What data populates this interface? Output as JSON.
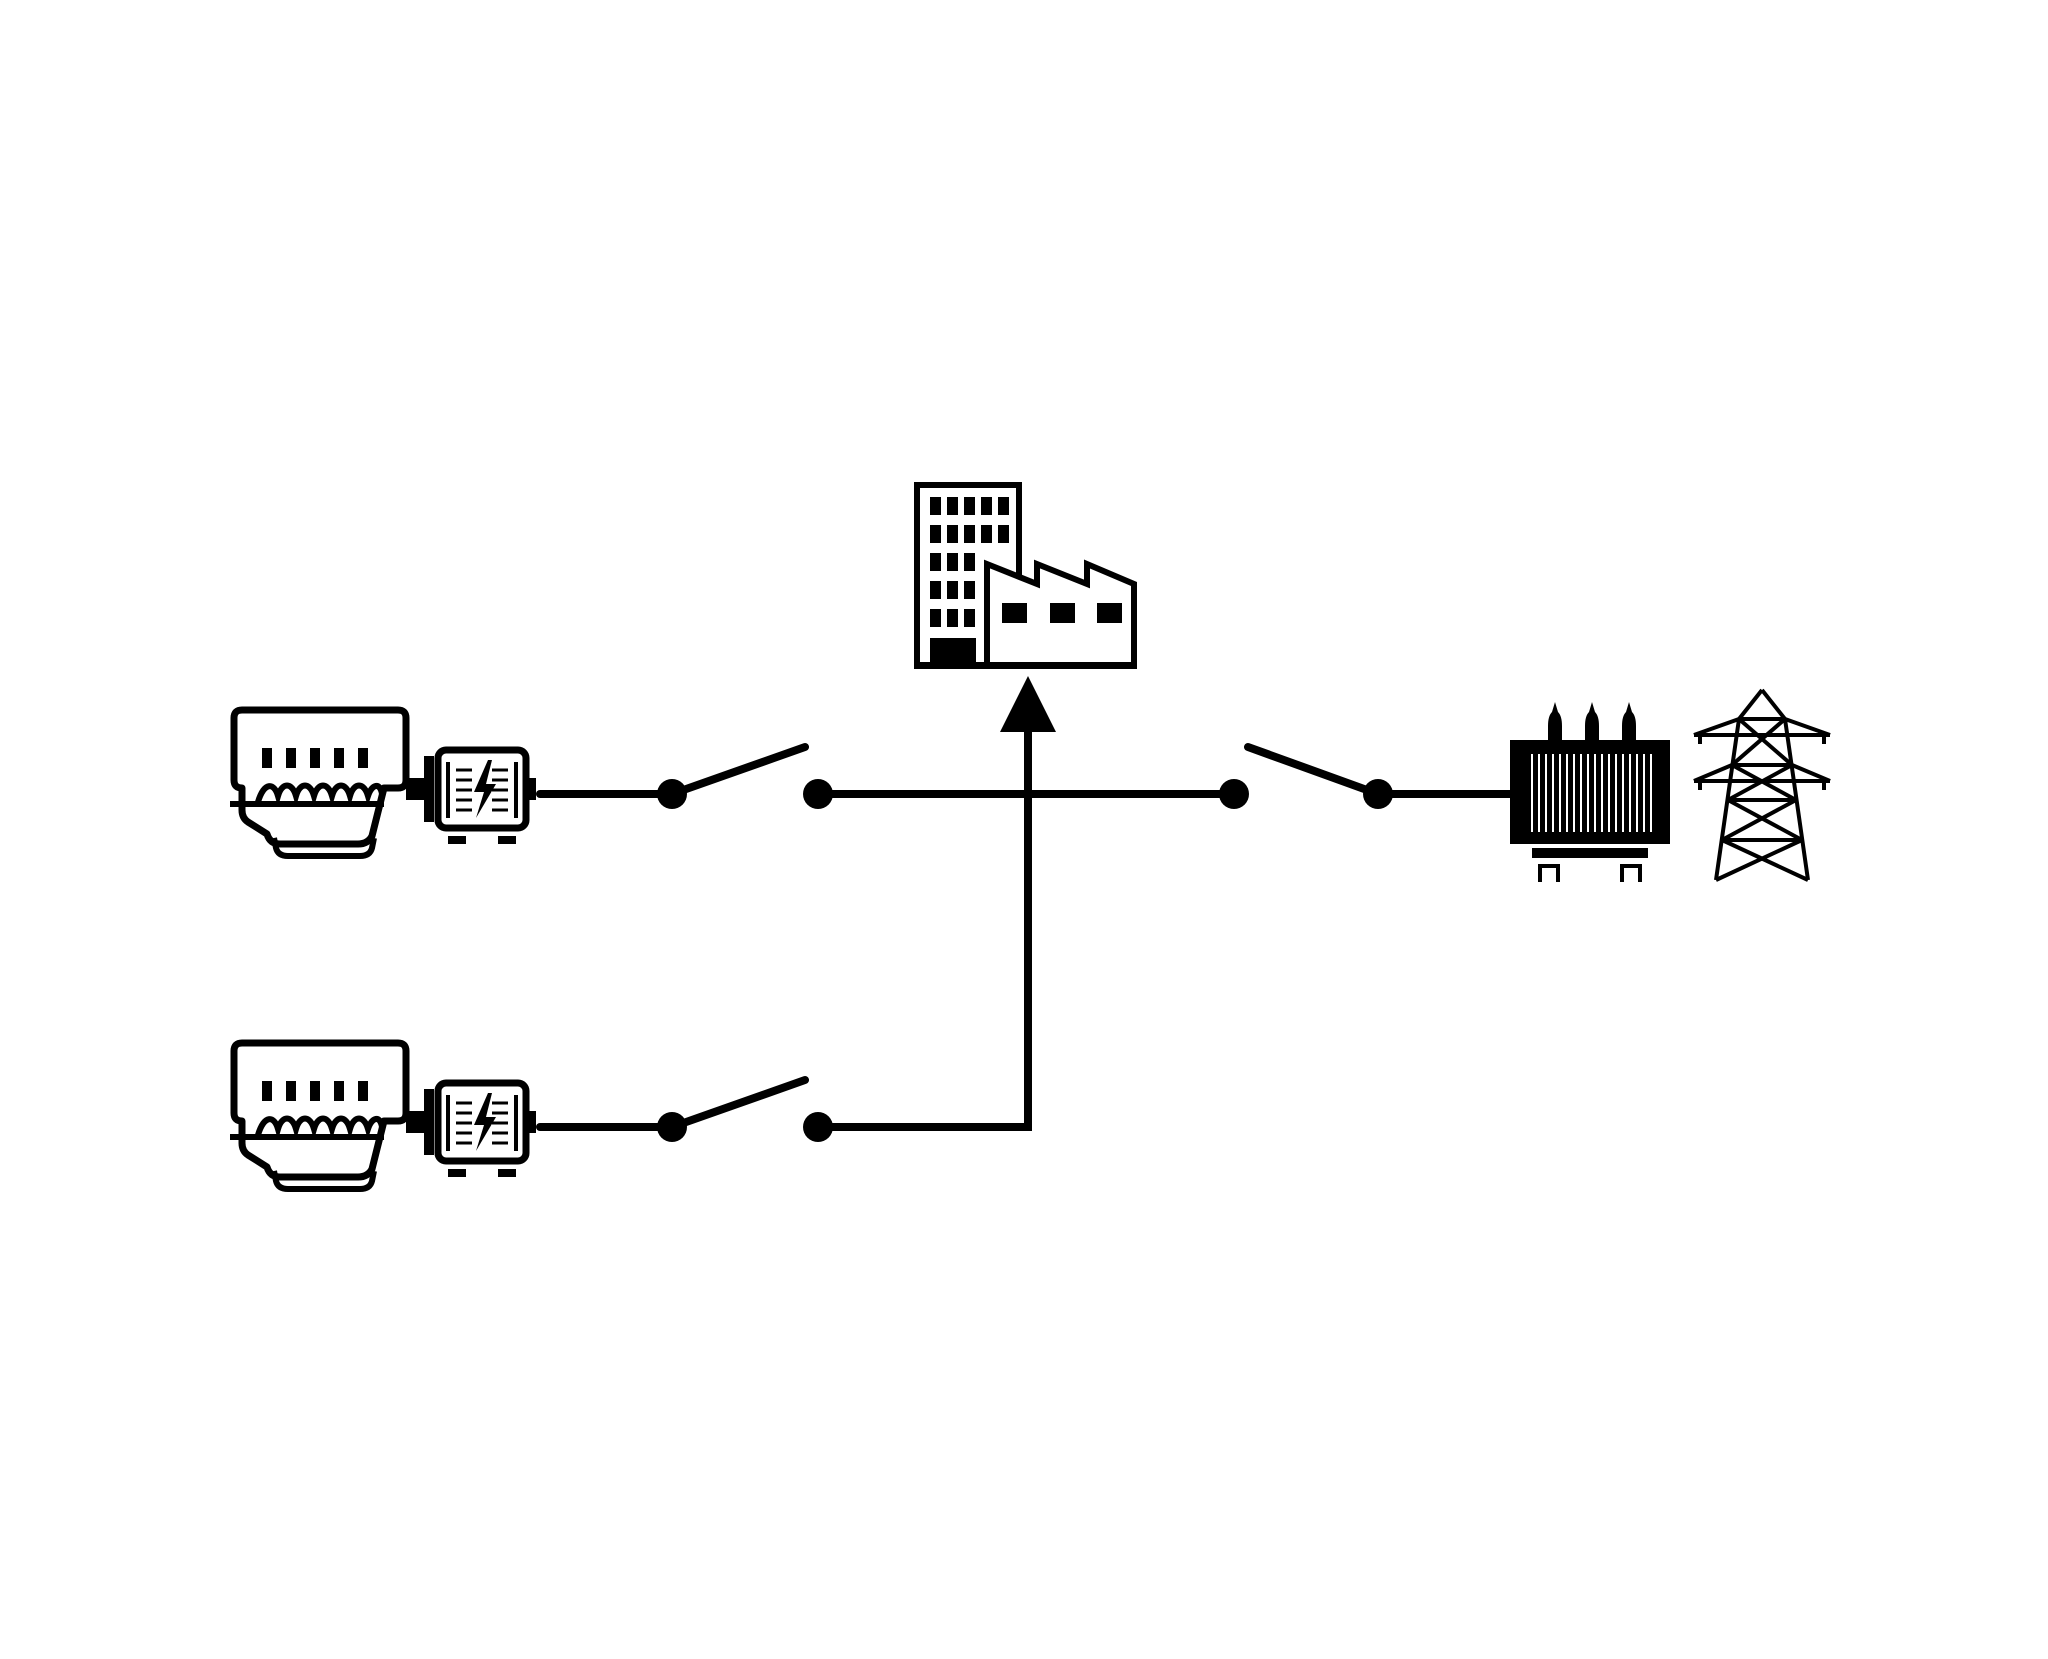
{
  "diagram": {
    "colors": {
      "background": "#ffffff",
      "ink": "#000000"
    },
    "components": [
      {
        "id": "engine-1",
        "icon": "diesel-engine-icon"
      },
      {
        "id": "alternator-1",
        "icon": "alternator-icon"
      },
      {
        "id": "breaker-gen-1",
        "icon": "breaker-switch-icon",
        "state": "open"
      },
      {
        "id": "engine-2",
        "icon": "diesel-engine-icon"
      },
      {
        "id": "alternator-2",
        "icon": "alternator-icon"
      },
      {
        "id": "breaker-gen-2",
        "icon": "breaker-switch-icon",
        "state": "open"
      },
      {
        "id": "load",
        "icon": "building-factory-icon"
      },
      {
        "id": "breaker-grid",
        "icon": "breaker-switch-icon",
        "state": "open"
      },
      {
        "id": "transformer",
        "icon": "transformer-icon"
      },
      {
        "id": "pylon",
        "icon": "transmission-tower-icon"
      }
    ],
    "connections": [
      {
        "from": "alternator-1",
        "to": "breaker-gen-1"
      },
      {
        "from": "breaker-gen-1",
        "to": "breaker-grid"
      },
      {
        "from": "breaker-grid",
        "to": "transformer"
      },
      {
        "from": "alternator-2",
        "to": "breaker-gen-2"
      },
      {
        "from": "breaker-gen-2",
        "to": "load"
      }
    ]
  }
}
